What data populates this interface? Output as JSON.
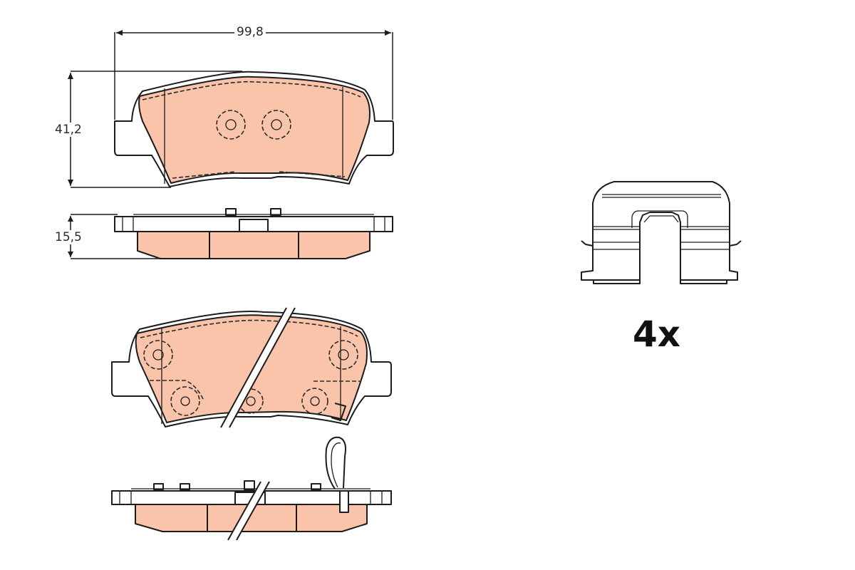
{
  "drawing": {
    "subject": "brake pad set technical drawing",
    "colors": {
      "friction_material": "#F9C4AA",
      "outline": "#1C1C1C",
      "background": "#FFFFFF"
    },
    "dimensions": {
      "width": {
        "label": "99,8",
        "unit": "mm"
      },
      "height": {
        "label": "41,2",
        "unit": "mm"
      },
      "thickness": {
        "label": "15,5",
        "unit": "mm"
      }
    },
    "views": [
      {
        "id": "pad-front-view",
        "description": "pad front view with two centered piston circles"
      },
      {
        "id": "pad-side-view",
        "description": "pad edge view with three friction segments"
      },
      {
        "id": "pad-front-view-with-sensor",
        "description": "pad front view with four shim circles and wear indicator, broken line"
      },
      {
        "id": "pad-side-view-with-sensor",
        "description": "pad edge view with wear indicator clip, broken line"
      }
    ],
    "accessory": {
      "name": "mounting clip",
      "quantity_label": "4x"
    }
  }
}
